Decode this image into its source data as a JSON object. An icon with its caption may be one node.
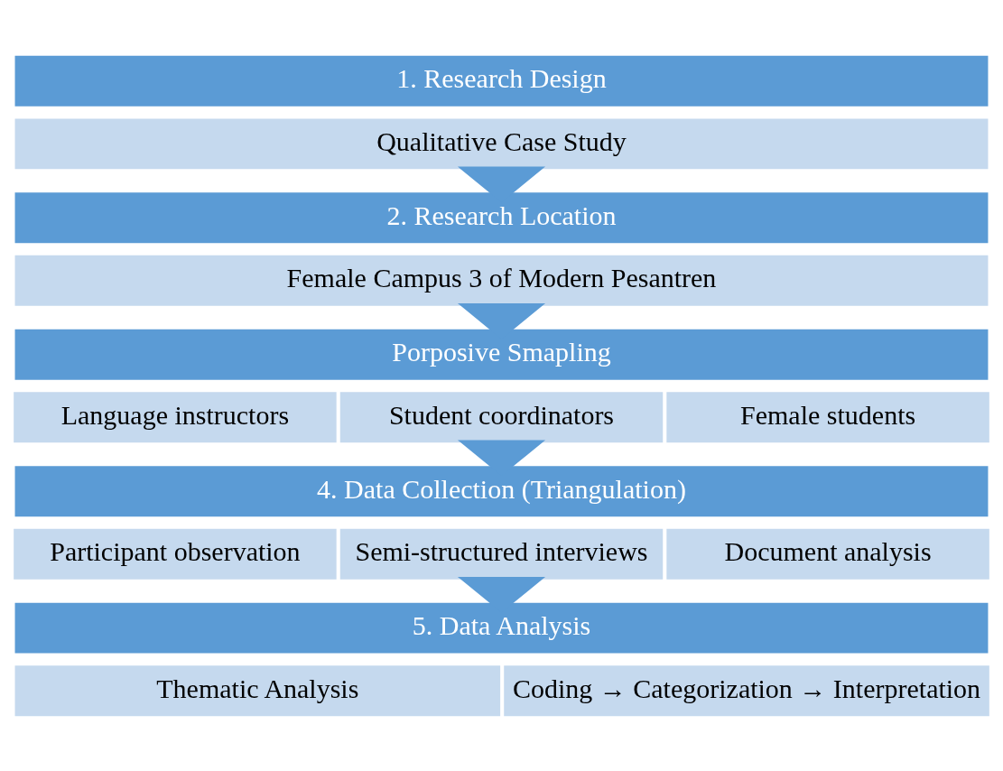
{
  "diagram": {
    "nodes": [
      {
        "text": [
          "1. Research Design"
        ]
      },
      {
        "text": [
          "Qualitative Case Study"
        ]
      },
      {
        "text": [
          "2. Research Location"
        ]
      },
      {
        "text": [
          "Female Campus 3 of Modern Pesantren"
        ]
      },
      {
        "text": [
          "Porposive Smapling"
        ]
      },
      {
        "text": [
          "Language instructors"
        ]
      },
      {
        "text": [
          "Student coordinators"
        ]
      },
      {
        "text": [
          "Female students"
        ]
      },
      {
        "text": [
          "4. Data Collection (Triangulation)"
        ]
      },
      {
        "text": [
          "Participant observation"
        ]
      },
      {
        "text": [
          "Semi-structured interviews"
        ]
      },
      {
        "text": [
          "Document analysis"
        ]
      },
      {
        "text": [
          "5. Data Analysis"
        ]
      },
      {
        "text": [
          "Thematic Analysis"
        ]
      },
      {
        "text": [
          "Coding → Categorization → Interpretation"
        ]
      }
    ],
    "edges": [
      {
        "from": 1,
        "to": 2,
        "arrow": "to"
      },
      {
        "from": 3,
        "to": 4,
        "arrow": "to"
      },
      {
        "from": 6,
        "to": 8,
        "arrow": "to"
      },
      {
        "from": 10,
        "to": 12,
        "arrow": "to"
      }
    ]
  }
}
